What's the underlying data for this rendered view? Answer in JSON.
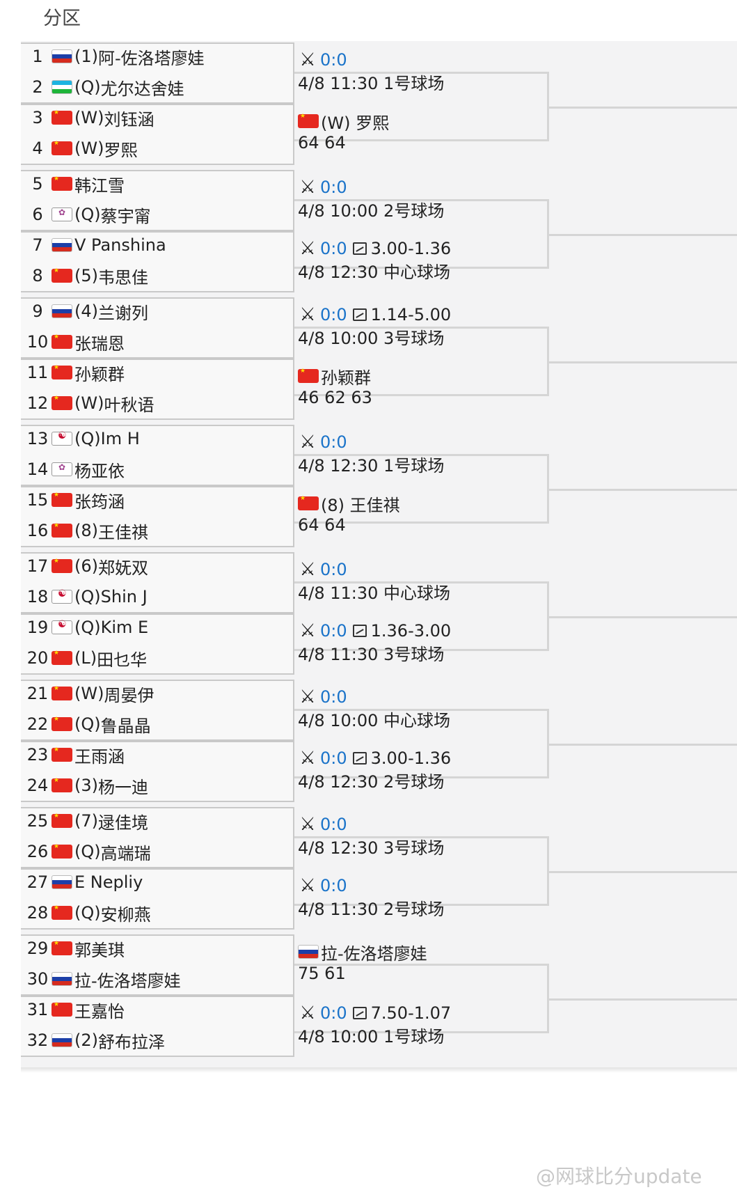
{
  "title": "分区",
  "players": [
    {
      "num": "1",
      "flag": "ru",
      "seed": "(1)",
      "name": "阿-佐洛塔廖娃"
    },
    {
      "num": "2",
      "flag": "uz",
      "seed": "(Q)",
      "name": "尤尔达舍娃"
    },
    {
      "num": "3",
      "flag": "cn",
      "seed": "(W)",
      "name": "刘钰涵"
    },
    {
      "num": "4",
      "flag": "cn",
      "seed": "(W)",
      "name": "罗熙"
    },
    {
      "num": "5",
      "flag": "cn",
      "seed": "",
      "name": "韩江雪"
    },
    {
      "num": "6",
      "flag": "tw",
      "seed": "(Q)",
      "name": "蔡宇甯"
    },
    {
      "num": "7",
      "flag": "ru",
      "seed": "",
      "name": "V Panshina"
    },
    {
      "num": "8",
      "flag": "cn",
      "seed": "(5)",
      "name": "韦思佳"
    },
    {
      "num": "9",
      "flag": "ru",
      "seed": "(4)",
      "name": "兰谢列"
    },
    {
      "num": "10",
      "flag": "cn",
      "seed": "",
      "name": "张瑞恩"
    },
    {
      "num": "11",
      "flag": "cn",
      "seed": "",
      "name": "孙颖群"
    },
    {
      "num": "12",
      "flag": "cn",
      "seed": "(W)",
      "name": "叶秋语"
    },
    {
      "num": "13",
      "flag": "kr",
      "seed": "(Q)",
      "name": "Im H"
    },
    {
      "num": "14",
      "flag": "tw",
      "seed": "",
      "name": "杨亚依"
    },
    {
      "num": "15",
      "flag": "cn",
      "seed": "",
      "name": "张筠涵"
    },
    {
      "num": "16",
      "flag": "cn",
      "seed": "(8)",
      "name": "王佳祺"
    },
    {
      "num": "17",
      "flag": "cn",
      "seed": "(6)",
      "name": "郑妩双"
    },
    {
      "num": "18",
      "flag": "kr",
      "seed": "(Q)",
      "name": "Shin J"
    },
    {
      "num": "19",
      "flag": "kr",
      "seed": "(Q)",
      "name": "Kim E"
    },
    {
      "num": "20",
      "flag": "cn",
      "seed": "(L)",
      "name": "田乜华"
    },
    {
      "num": "21",
      "flag": "cn",
      "seed": "(W)",
      "name": "周晏伊"
    },
    {
      "num": "22",
      "flag": "cn",
      "seed": "(Q)",
      "name": "鲁晶晶"
    },
    {
      "num": "23",
      "flag": "cn",
      "seed": "",
      "name": "王雨涵"
    },
    {
      "num": "24",
      "flag": "cn",
      "seed": "(3)",
      "name": "杨一迪"
    },
    {
      "num": "25",
      "flag": "cn",
      "seed": "(7)",
      "name": "逯佳境"
    },
    {
      "num": "26",
      "flag": "cn",
      "seed": "(Q)",
      "name": "高端瑞"
    },
    {
      "num": "27",
      "flag": "ru",
      "seed": "",
      "name": "E Nepliy"
    },
    {
      "num": "28",
      "flag": "cn",
      "seed": "(Q)",
      "name": "安柳燕"
    },
    {
      "num": "29",
      "flag": "cn",
      "seed": "",
      "name": "郭美琪"
    },
    {
      "num": "30",
      "flag": "ru",
      "seed": "",
      "name": "拉-佐洛塔廖娃"
    },
    {
      "num": "31",
      "flag": "cn",
      "seed": "",
      "name": "王嘉怡"
    },
    {
      "num": "32",
      "flag": "ru",
      "seed": "(2)",
      "name": "舒布拉泽"
    }
  ],
  "matches": [
    {
      "type": "pending",
      "score": "0:0",
      "odds": "",
      "info": "4/8 11:30 1号球场"
    },
    {
      "type": "done",
      "flag": "cn",
      "winner": "(W) 罗熙",
      "info": "64 64"
    },
    {
      "type": "pending",
      "score": "0:0",
      "odds": "",
      "info": "4/8 10:00 2号球场"
    },
    {
      "type": "pending",
      "score": "0:0",
      "odds": "3.00-1.36",
      "info": "4/8 12:30 中心球场"
    },
    {
      "type": "pending",
      "score": "0:0",
      "odds": "1.14-5.00",
      "info": "4/8 10:00 3号球场"
    },
    {
      "type": "done",
      "flag": "cn",
      "winner": "孙颖群",
      "info": "46 62 63"
    },
    {
      "type": "pending",
      "score": "0:0",
      "odds": "",
      "info": "4/8 12:30 1号球场"
    },
    {
      "type": "done",
      "flag": "cn",
      "winner": "(8) 王佳祺",
      "info": "64 64"
    },
    {
      "type": "pending",
      "score": "0:0",
      "odds": "",
      "info": "4/8 11:30 中心球场"
    },
    {
      "type": "pending",
      "score": "0:0",
      "odds": "1.36-3.00",
      "info": "4/8 11:30 3号球场"
    },
    {
      "type": "pending",
      "score": "0:0",
      "odds": "",
      "info": "4/8 10:00 中心球场"
    },
    {
      "type": "pending",
      "score": "0:0",
      "odds": "3.00-1.36",
      "info": "4/8 12:30 2号球场"
    },
    {
      "type": "pending",
      "score": "0:0",
      "odds": "",
      "info": "4/8 12:30 3号球场"
    },
    {
      "type": "pending",
      "score": "0:0",
      "odds": "",
      "info": "4/8 11:30 2号球场"
    },
    {
      "type": "done",
      "flag": "ru",
      "winner": "拉-佐洛塔廖娃",
      "info": "75 61"
    },
    {
      "type": "pending",
      "score": "0:0",
      "odds": "7.50-1.07",
      "info": "4/8 10:00 1号球场"
    }
  ],
  "icons": {
    "status": "crossed-swords-icon",
    "odds": "chart-icon"
  },
  "colors": {
    "score": "#1a73c9",
    "background": "#f3f3f4"
  },
  "watermark": "@网球比分update"
}
